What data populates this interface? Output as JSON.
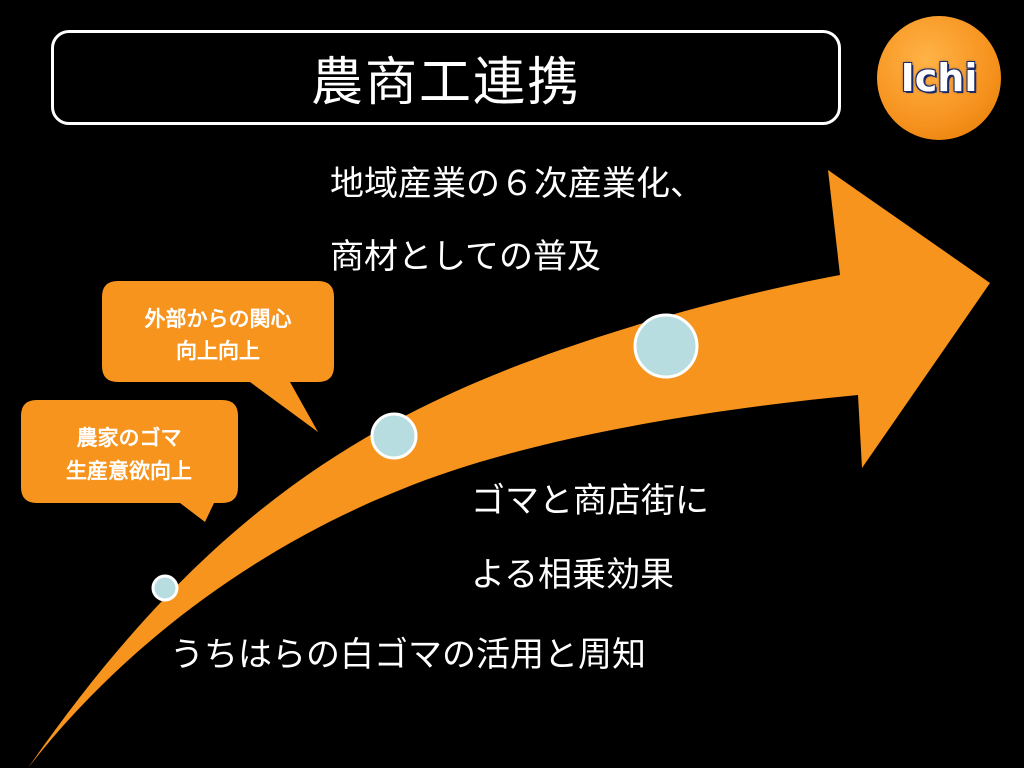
{
  "title": "農商工連携",
  "logo": {
    "text": "Ichi",
    "color": "#f6921e"
  },
  "arrow_color": "#f7941d",
  "milestone_color": "#b8dde1",
  "callouts": [
    {
      "lines": [
        "外部からの関心",
        "向上向上"
      ]
    },
    {
      "lines": [
        "農家のゴマ",
        "生産意欲向上"
      ]
    }
  ],
  "stages": [
    {
      "lines": [
        "地域産業の６次産業化、",
        "商材としての普及"
      ]
    },
    {
      "lines": [
        "ゴマと商店街に",
        "よる相乗効果"
      ]
    },
    {
      "lines": [
        "うちはらの白ゴマの活用と周知"
      ]
    }
  ]
}
